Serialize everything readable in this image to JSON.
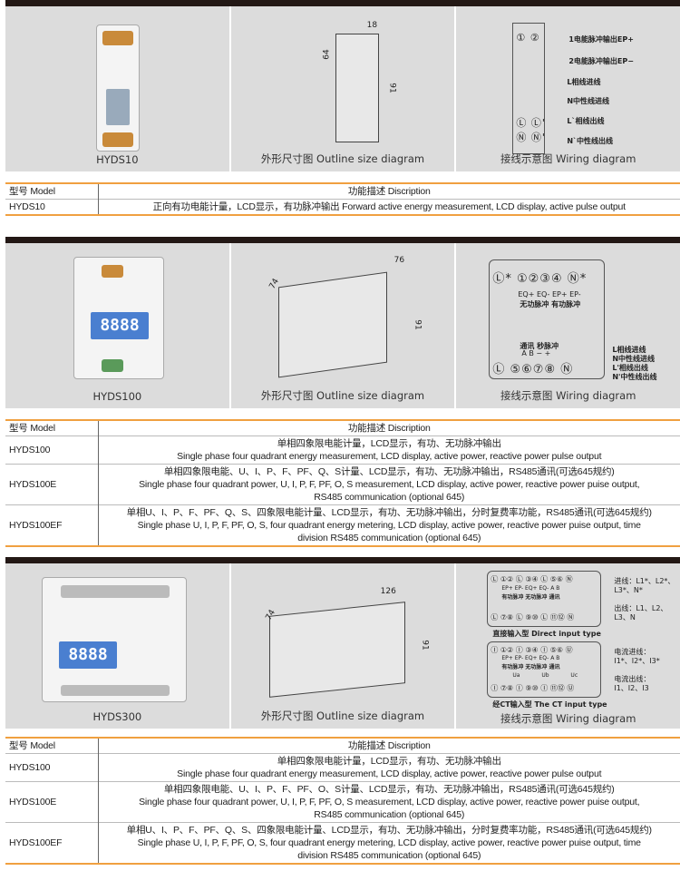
{
  "sections": [
    {
      "model": "HYDS10",
      "outline_caption": "外形尺寸图 Outline size diagram",
      "wiring_caption": "接线示意图 Wiring diagram",
      "dims": [
        "18",
        "64",
        "91"
      ],
      "wiring": {
        "terminals_top": "① ②",
        "terminals_bottom1": "Ⓛ Ⓛ'",
        "terminals_bottom2": "Ⓝ Ⓝ'",
        "labels": [
          "1电能脉冲输出EP+",
          "2电能脉冲输出EP−",
          "L相线进线",
          "N中性线进线",
          "L`相线出线",
          "N`中性线出线"
        ]
      },
      "table": {
        "header_model": "型号 Model",
        "header_desc": "功能描述 Discription",
        "rows": [
          {
            "model": "HYDS10",
            "desc": [
              "正向有功电能计量，LCD显示，有功脉冲输出 Forward active energy measurement, LCD display, active pulse output"
            ]
          }
        ]
      }
    },
    {
      "model": "HYDS100",
      "outline_caption": "外形尺寸图 Outline size diagram",
      "wiring_caption": "接线示意图 Wiring diagram",
      "dims": [
        "76",
        "74",
        "91"
      ],
      "lcd": "8888",
      "wiring": {
        "top": "Ⓛ* ①②③④ Ⓝ*",
        "top_sub1": "EQ+ EQ- EP+ EP-",
        "top_sub2": "无功脉冲 有功脉冲",
        "bottom_sub1": "通讯 秒脉冲",
        "bottom_sub2": "A B − +",
        "bottom": "Ⓛ ⑤⑥⑦⑧ Ⓝ",
        "labels": [
          "L相线进线",
          "N中性线进线",
          "L'相线出线",
          "N'中性线出线"
        ]
      },
      "table": {
        "header_model": "型号 Model",
        "header_desc": "功能描述 Discription",
        "rows": [
          {
            "model": "HYDS100",
            "desc": [
              "单相四象限电能计量，LCD显示，有功、无功脉冲输出",
              "Single phase four quadrant energy measurement, LCD display, active power, reactive power pulse output"
            ]
          },
          {
            "model": "HYDS100E",
            "desc": [
              "单相四象限电能、U、I、P、F、PF、Q、S计量、LCD显示，有功、无功脉冲输出，RS485通讯(可选645规约)",
              "Single phase four quadrant power, U, I, P, F, PF, O, S measurement, LCD display, active power, reactive power puise output,",
              "RS485 communication (optional 645)"
            ]
          },
          {
            "model": "HYDS100EF",
            "desc": [
              "单相U、I、P、F、PF、Q、S、四象限电能计量、LCD显示，有功、无功脉冲输出，分时复费率功能，RS485通讯(可选645规约)",
              "Single phase U, I, P, F, PF, O, S, four quadrant energy metering, LCD display, active power, reactive power puise output, time",
              "division RS485 communication (optional 645)"
            ]
          }
        ]
      }
    },
    {
      "model": "HYDS300",
      "outline_caption": "外形尺寸图 Outline size diagram",
      "wiring_caption": "接线示意图 Wiring diagram",
      "dims": [
        "126",
        "74",
        "91"
      ],
      "lcd": "8888",
      "wiring": {
        "direct_top": "Ⓛ ①② Ⓛ ③④ Ⓛ ⑤⑥ Ⓝ",
        "direct_sub": "EP+ EP- EQ+ EQ- A B",
        "direct_sub2": "有功脉冲 无功脉冲 通讯",
        "direct_bottom": "Ⓛ ⑦⑧ Ⓛ ⑨⑩ Ⓛ ⑪⑫ Ⓝ",
        "direct_label": "直接输入型  Direct input type",
        "direct_notes": [
          "进线：L1*、L2*、",
          "L3*、N*",
          "出线：L1、L2、",
          "L3、N"
        ],
        "ct_top": "Ⓘ ①② Ⓘ ③④ Ⓘ ⑤⑥ Ⓤ",
        "ct_sub": "EP+ EP- EQ+ EQ- A B",
        "ct_sub2": "有功脉冲 无功脉冲 通讯",
        "ct_mid": "Ua Ub Uc",
        "ct_bottom": "Ⓘ ⑦⑧ Ⓘ ⑨⑩ Ⓘ ⑪⑫ Ⓤ",
        "ct_label": "经CT输入型  The CT input type",
        "ct_notes": [
          "电流进线：",
          "I1*、I2*、I3*",
          "电流出线：",
          "I1、I2、I3"
        ]
      },
      "table": {
        "header_model": "型号 Model",
        "header_desc": "功能描述 Discription",
        "rows": [
          {
            "model": "HYDS100",
            "desc": [
              "单相四象限电能计量，LCD显示，有功、无功脉冲输出",
              "Single phase four quadrant energy measurement, LCD display, active power, reactive power pulse output"
            ]
          },
          {
            "model": "HYDS100E",
            "desc": [
              "单相四象限电能、U、I、P、F、PF、O、S计量、LCD显示，有功、无功脉冲输出，RS485通讯(可选645规约)",
              "Single phase four quadrant power, U, I, P, F, PF, O, S measurement, LCD display, active power, reactive power puise output,",
              "RS485 communication (optional 645)"
            ]
          },
          {
            "model": "HYDS100EF",
            "desc": [
              "单相U、I、P、F、PF、Q、S、四象限电能计量、LCD显示，有功、无功脉冲输出，分时复费率功能，RS485通讯(可选645规约)",
              "Single phase U, I, P, F, PF, O, S, four quadrant energy metering, LCD display, active power, reactive power puise output, time",
              "division RS485 communication (optional 645)"
            ]
          }
        ]
      }
    }
  ]
}
